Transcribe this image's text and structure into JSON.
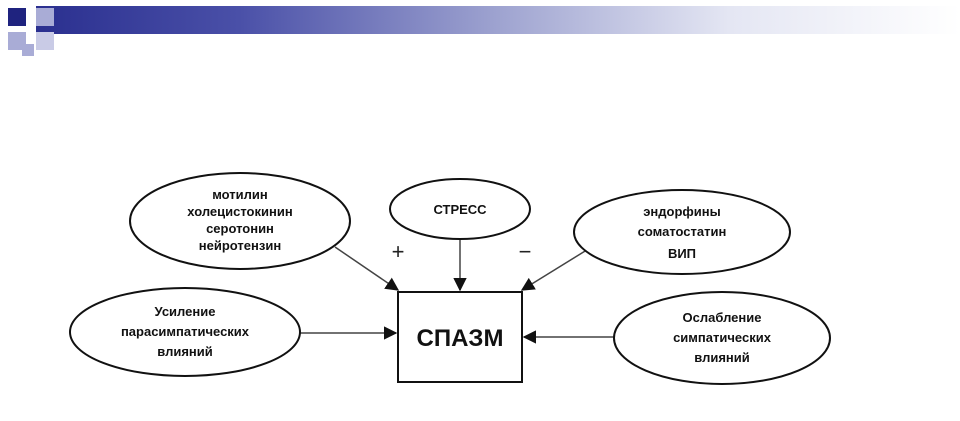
{
  "center": {
    "label": "СПАЗМ"
  },
  "nodes": {
    "top_left": {
      "lines": [
        "мотилин",
        "холецистокинин",
        "серотонин",
        "нейротензин"
      ]
    },
    "top_center": {
      "lines": [
        "СТРЕСС"
      ]
    },
    "top_right": {
      "lines": [
        "эндорфины",
        "соматостатин",
        "ВИП"
      ]
    },
    "mid_left": {
      "lines": [
        "Усиление",
        "парасимпатических",
        "влияний"
      ]
    },
    "mid_right": {
      "lines": [
        "Ослабление",
        "симпатических",
        "влияний"
      ]
    }
  },
  "signs": {
    "plus": "+",
    "minus": "−"
  },
  "colors": {
    "title_band_dark": "#2a2f8f",
    "title_band_light": "#ffffff",
    "ink": "#111111"
  }
}
